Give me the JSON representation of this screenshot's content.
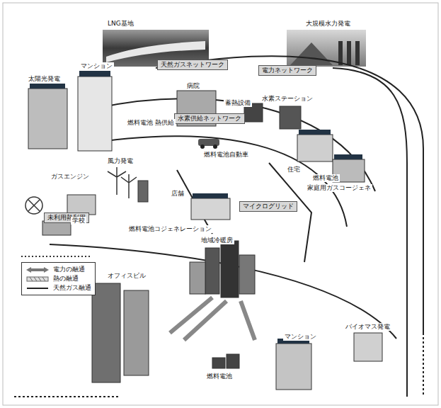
{
  "diagram": {
    "nodes": [
      {
        "text": [
          "電力ネットワーク"
        ]
      },
      {
        "text": [
          "天然ガスネットワーク"
        ]
      },
      {
        "text": [
          "水素供給ネットワーク"
        ]
      },
      {
        "text": [
          "マイクログリッド"
        ]
      },
      {
        "text": [
          "未利用熱利用"
        ]
      }
    ],
    "labels": [
      "LNG基地",
      "大規模水力発電",
      "マンション",
      "太陽光発電",
      "病院",
      "蓄熱設備",
      "水素ステーション",
      "燃料電池 熱供給",
      "燃料電池自動車",
      "風力発電",
      "ガスエンジン",
      "住宅",
      "燃料電池",
      "家庭用ガスコージェネ",
      "店舗",
      "学校",
      "燃料電池コジェネレーション",
      "地域冷暖房",
      "オフィスビル",
      "マンション",
      "燃料電池",
      "バイオマス発電"
    ],
    "legend": [
      {
        "text": "電力の融通"
      },
      {
        "text": "熱の融通"
      },
      {
        "text": "天然ガス融通"
      }
    ]
  }
}
